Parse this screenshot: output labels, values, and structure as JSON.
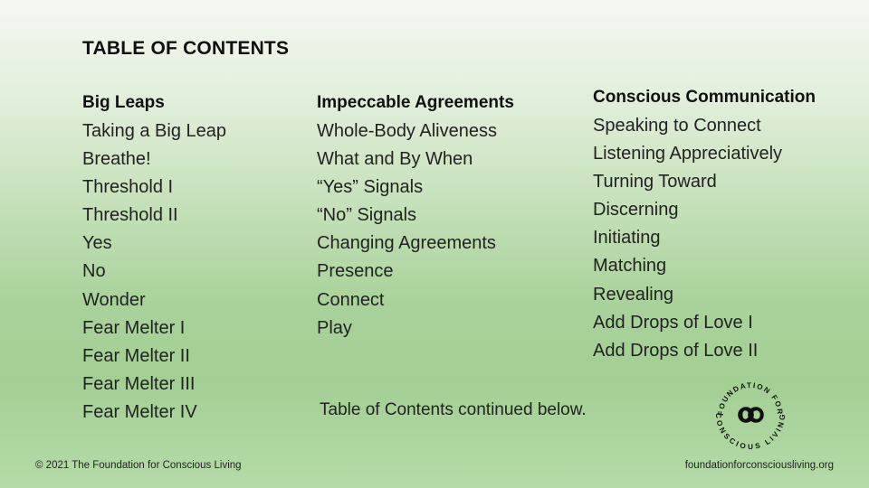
{
  "title": "TABLE OF CONTENTS",
  "columns": [
    {
      "heading": "Big Leaps",
      "items": [
        "Taking a Big Leap",
        "Breathe!",
        "Threshold I",
        "Threshold II",
        "Yes",
        "No",
        "Wonder",
        "Fear Melter I",
        "Fear Melter II",
        "Fear Melter III",
        "Fear Melter IV"
      ]
    },
    {
      "heading": "Impeccable Agreements",
      "items": [
        "Whole-Body Aliveness",
        "What and By When",
        "“Yes” Signals",
        "“No” Signals",
        "Changing Agreements",
        "Presence",
        "Connect",
        "Play"
      ]
    },
    {
      "heading": "Conscious Communication",
      "items": [
        "Speaking to Connect",
        "Listening Appreciatively",
        "Turning Toward",
        "Discerning",
        "Initiating",
        "Matching",
        "Revealing",
        "Add Drops of Love I",
        "Add Drops of Love II"
      ]
    }
  ],
  "continued_note": "Table of Contents continued below.",
  "footer": {
    "copyright": "© 2021 The Foundation for Conscious Living",
    "website": "foundationforconsciousliving.org"
  },
  "logo": {
    "icon": "infinity-knot-logo",
    "top_text": "FOUNDATION FOR",
    "bottom_text": "CONSCIOUS LIVING"
  }
}
